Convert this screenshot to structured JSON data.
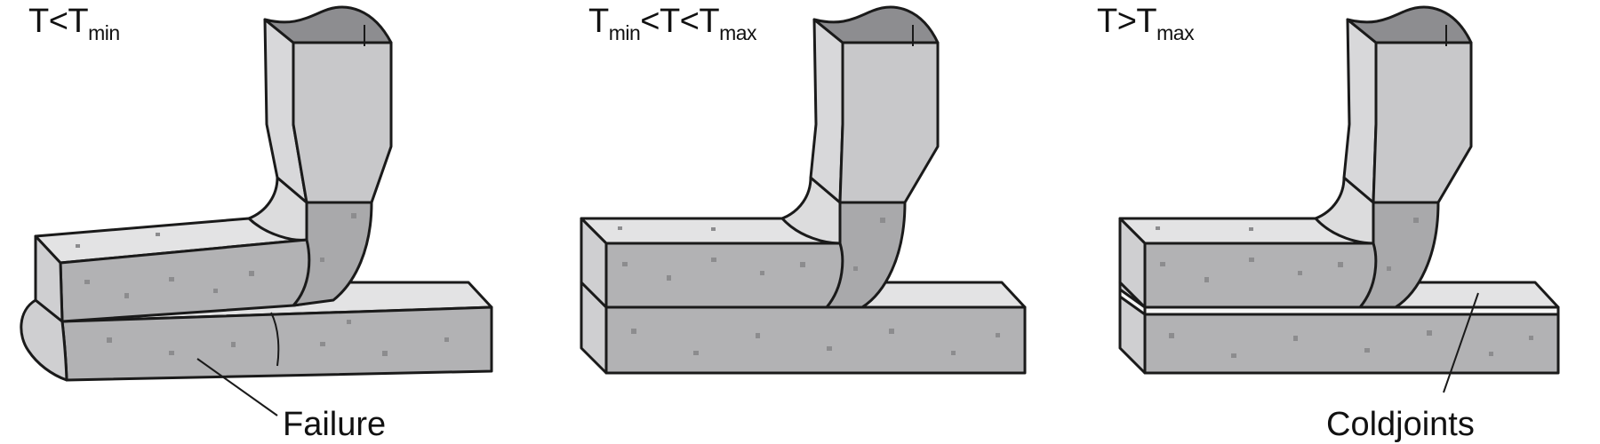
{
  "panels": [
    {
      "id": "cold",
      "title": {
        "t": "T<T",
        "sub": "min",
        "rest": ""
      },
      "callout": "Failure"
    },
    {
      "id": "optimal",
      "title": {
        "t": "T",
        "sub": "min",
        "rest": "<T<T",
        "sub2": "max"
      },
      "callout": ""
    },
    {
      "id": "hot",
      "title": {
        "t": "T>T",
        "sub": "max",
        "rest": ""
      },
      "callout": "Coldjoints"
    }
  ],
  "colors": {
    "face_front": "#b2b2b4",
    "face_top": "#e3e3e4",
    "face_side": "#cfcfd1",
    "pipe_dark": "#a9a9ab",
    "aggregate": "#8c8c8e",
    "gap": "#f6f6f6",
    "outline": "#1a1a1a"
  }
}
